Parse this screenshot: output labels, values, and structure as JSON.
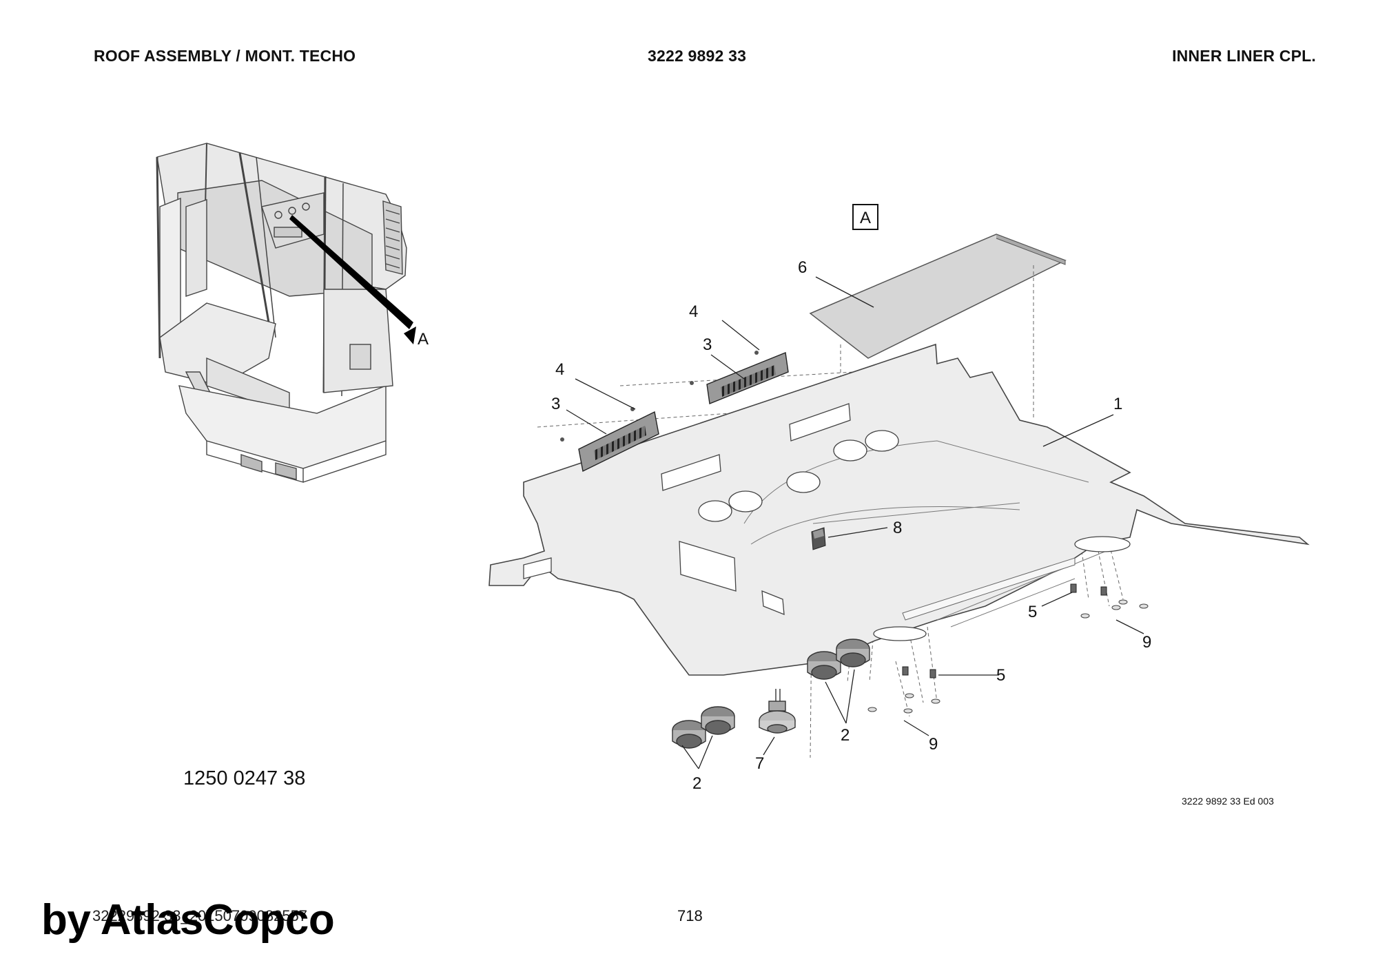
{
  "header": {
    "left_title": "ROOF ASSEMBLY / MONT. TECHO",
    "center_code": "3222 9892 33",
    "right_title": "INNER LINER CPL."
  },
  "view_label": "A",
  "overview_callout": "A",
  "callouts": {
    "p1": "1",
    "p2a": "2",
    "p2b": "2",
    "p3a": "3",
    "p3b": "3",
    "p4a": "4",
    "p4b": "4",
    "p5a": "5",
    "p5b": "5",
    "p6": "6",
    "p7": "7",
    "p8": "8",
    "p9a": "9",
    "p9b": "9"
  },
  "assembly_reference": "1250 0247 38",
  "drawing_reference": "3222 9892 33 Ed 003",
  "footer": {
    "code": "32229892 33_20150709082557",
    "page": "718",
    "watermark": "by AtlasCopco"
  }
}
